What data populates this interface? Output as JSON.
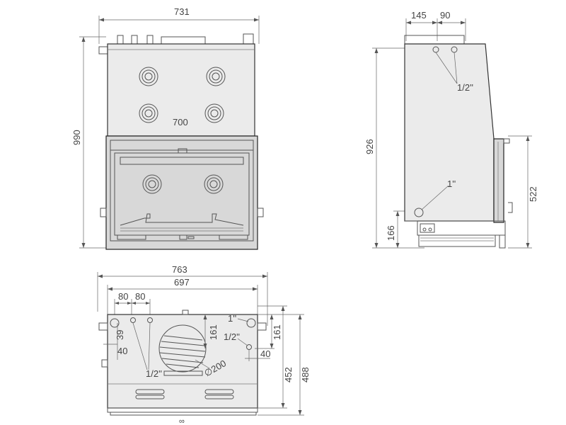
{
  "dims": {
    "front_width": "731",
    "front_height": "990",
    "door_width": "700",
    "side_top_a": "145",
    "side_top_b": "90",
    "side_height": "926",
    "side_door_height": "522",
    "side_bottom": "166",
    "side_pipe_small": "1/2''",
    "side_pipe_large": "1''",
    "plan_outer_width": "763",
    "plan_inner_width": "697",
    "plan_offset_a": "80",
    "plan_offset_b": "80",
    "plan_39": "39",
    "plan_40_left": "40",
    "plan_161_mid": "161",
    "plan_161_right": "161",
    "plan_40_right": "40",
    "plan_diameter": "∅200",
    "plan_452": "452",
    "plan_488": "488",
    "plan_pipe_large": "1''",
    "plan_pipe_small_right": "1/2''",
    "plan_pipe_small_left": "1/2''"
  }
}
